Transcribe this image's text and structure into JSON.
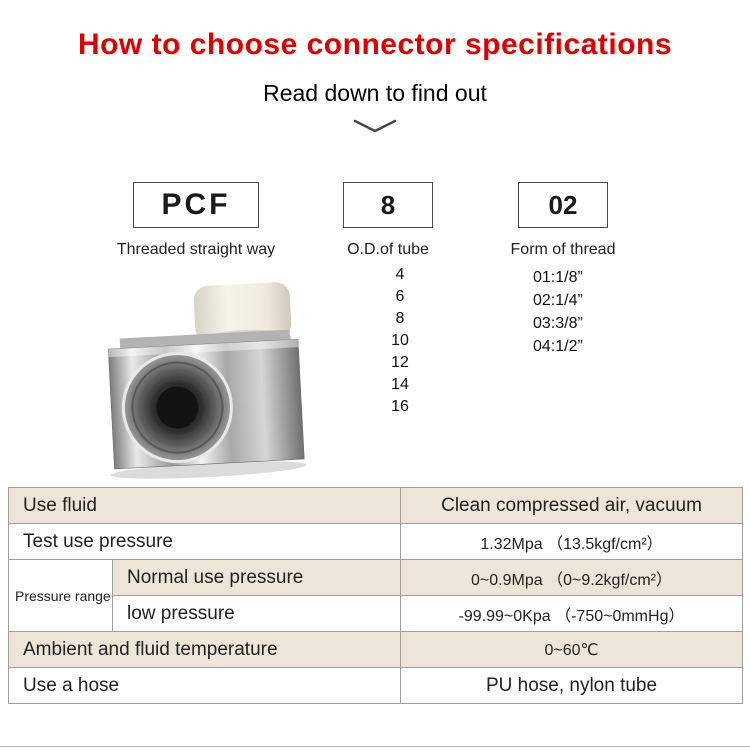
{
  "header": {
    "title": "How to choose connector specifications",
    "subtitle": "Read down to find out"
  },
  "icons": {
    "chevron_down": "v-shaped down chevron"
  },
  "code_boxes": [
    {
      "code": "PCF",
      "label": "Threaded straight way",
      "options": []
    },
    {
      "code": "8",
      "label": "O.D.of tube",
      "options": [
        "4",
        "6",
        "8",
        "10",
        "12",
        "14",
        "16"
      ]
    },
    {
      "code": "02",
      "label": "Form of thread",
      "options": [
        "01:1/8”",
        "02:1/4”",
        "03:3/8”",
        "04:1/2”"
      ]
    }
  ],
  "product_image": {
    "name": "pneumatic-threaded-straight-connector-photo"
  },
  "spec_table": {
    "rows": [
      {
        "label": "Use fluid",
        "value": "Clean compressed air, vacuum"
      },
      {
        "label": "Test use pressure",
        "value": "1.32Mpa （13.5kgf/cm²）"
      },
      {
        "group": "Pressure range",
        "label": "Normal use pressure",
        "value": "0~0.9Mpa （0~9.2kgf/cm²）"
      },
      {
        "label": "low pressure",
        "value": "-99.99~0Kpa （-750~0mmHg）"
      },
      {
        "label": "Ambient and fluid temperature",
        "value": "0~60℃"
      },
      {
        "label": "Use a hose",
        "value": "PU hose, nylon tube"
      }
    ]
  },
  "colors": {
    "accent_red": "#d90000",
    "row_beige": "#ede6d8",
    "border_gray": "#9f9f9f"
  }
}
